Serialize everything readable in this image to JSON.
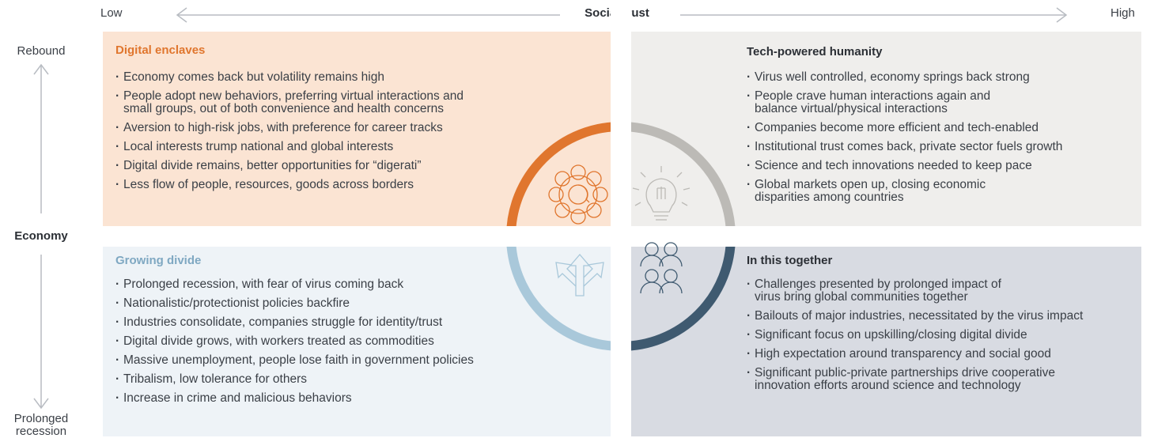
{
  "axis": {
    "top_low": "Low",
    "top_title": "Social trust",
    "top_high": "High",
    "left_top": "Rebound",
    "left_mid": "Economy",
    "left_bottom": "Prolonged recession"
  },
  "quadrants": {
    "top_left": {
      "title": "Digital enclaves",
      "items": [
        "Economy comes back but volatility remains high",
        "People adopt new behaviors, preferring virtual interactions and\nsmall groups, out of both convenience and health concerns",
        "Aversion to high-risk jobs, with preference for career tracks",
        "Local interests trump national and global interests",
        "Digital divide remains, better opportunities for “digerati”",
        "Less flow of people, resources, goods across borders"
      ]
    },
    "top_right": {
      "title": "Tech-powered humanity",
      "items": [
        "Virus well controlled, economy springs back strong",
        "People crave human interactions again and\nbalance virtual/physical interactions",
        "Companies become more efficient and tech-enabled",
        "Institutional trust comes back, private sector fuels growth",
        "Science and tech innovations needed to keep pace",
        "Global markets open up, closing economic\ndisparities among countries"
      ]
    },
    "bottom_left": {
      "title": "Growing divide",
      "items": [
        "Prolonged recession, with fear of virus coming back",
        "Nationalistic/protectionist policies backfire",
        "Industries consolidate, companies struggle for identity/trust",
        "Digital divide grows, with workers treated as commodities",
        "Massive unemployment, people lose faith in government policies",
        "Tribalism, low tolerance for others",
        "Increase in crime and malicious behaviors"
      ]
    },
    "bottom_right": {
      "title": "In this together",
      "items": [
        "Challenges presented by prolonged impact of\nvirus bring global communities together",
        "Bailouts of major industries, necessitated by the virus impact",
        "Significant focus on upskilling/closing digital divide",
        "High expectation around transparency and social good",
        "Significant public-private partnerships drive cooperative\ninnovation efforts around science and technology"
      ]
    }
  },
  "colors": {
    "orange": "#e0762e",
    "gray_arc": "#bcbab6",
    "light_blue_arc": "#a9c8da",
    "dark_blue_arc": "#3f5a70",
    "axis_line": "#b8bcc2"
  },
  "icons": [
    "flower-swirl-icon",
    "light-bulb-icon",
    "diverging-arrows-icon",
    "people-group-icon"
  ]
}
